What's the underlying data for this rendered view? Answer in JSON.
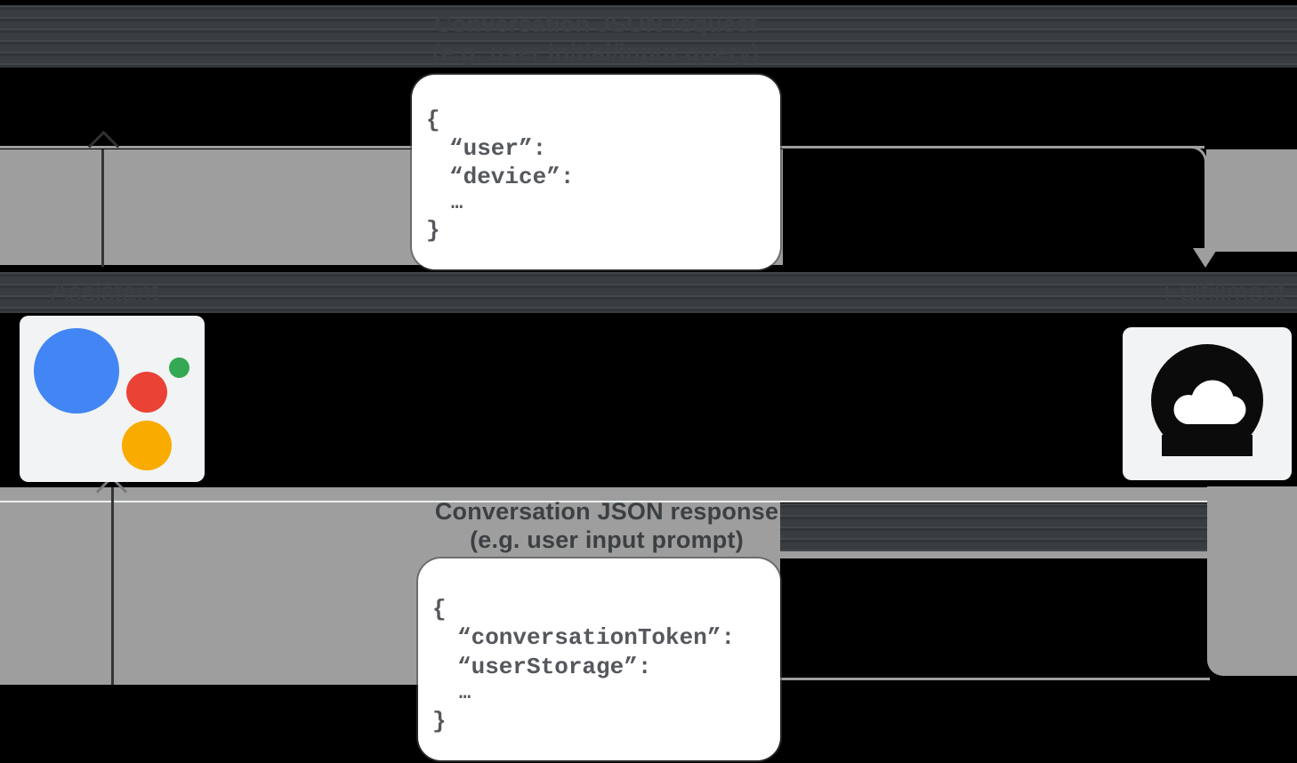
{
  "diagram": {
    "request_label": {
      "line1": "Conversation JSON request",
      "line2": "(e.g. user initial/input query)"
    },
    "response_label": {
      "line1": "Conversation JSON response",
      "line2": "(e.g. user input prompt)"
    },
    "assistant_label": "Assistant",
    "fulfillment_label": "Fulfillment",
    "request_payload": {
      "open": "{",
      "field1": "“user”:",
      "field2": "“device”:",
      "ellipsis": "…",
      "close": "}"
    },
    "response_payload": {
      "open": "{",
      "field1": "“conversationToken”:",
      "field2": "“userStorage”:",
      "ellipsis": "…",
      "close": "}"
    },
    "colors": {
      "arrow_gray": "#9e9e9e",
      "card_background": "#f1f3f4",
      "label_text": "#3c4043",
      "code_text": "#55585c",
      "assistant_blue": "#4285f4",
      "assistant_red": "#ea4335",
      "assistant_green": "#34a853",
      "assistant_yellow": "#f9ab00",
      "cloud_logo": "#0b0b0b"
    }
  }
}
